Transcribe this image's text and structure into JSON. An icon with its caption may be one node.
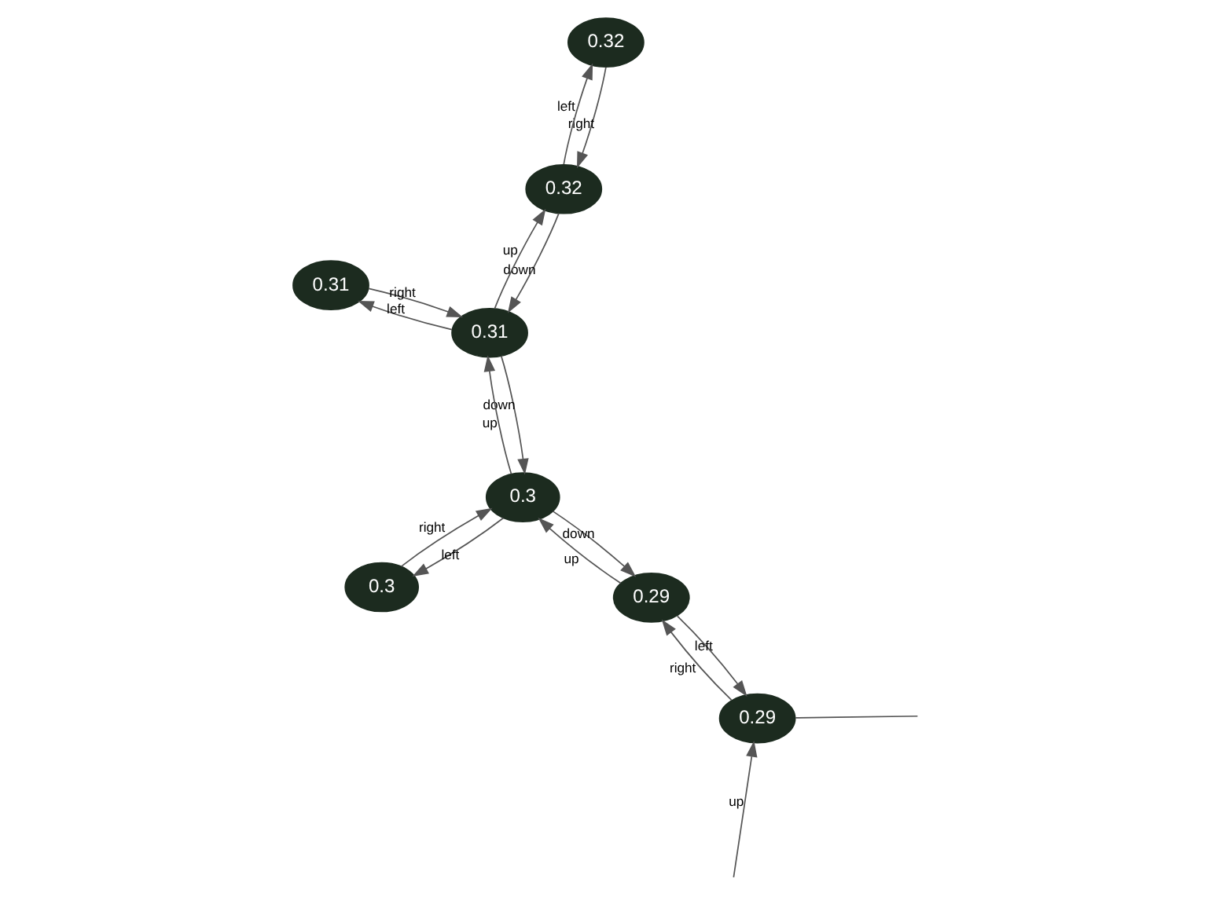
{
  "diagram": {
    "nodes": [
      {
        "text": [
          "0.31"
        ]
      },
      {
        "text": [
          "0.32"
        ]
      },
      {
        "text": [
          "0.32"
        ]
      },
      {
        "text": [
          "0.31"
        ]
      },
      {
        "text": [
          "0.3"
        ]
      },
      {
        "text": [
          "0.29"
        ]
      },
      {
        "text": [
          "0.3"
        ]
      },
      {
        "text": [
          "0.29"
        ]
      }
    ],
    "edges": [
      {
        "from": 0,
        "to": 3,
        "arrow": "to",
        "label": "right"
      },
      {
        "from": 3,
        "to": 0,
        "arrow": "to",
        "label": "left"
      },
      {
        "from": 3,
        "to": 2,
        "arrow": "to",
        "label": "up"
      },
      {
        "from": 2,
        "to": 3,
        "arrow": "to",
        "label": "down"
      },
      {
        "from": 2,
        "to": 1,
        "arrow": "to",
        "label": "left"
      },
      {
        "from": 1,
        "to": 2,
        "arrow": "to",
        "label": "right"
      },
      {
        "from": 4,
        "to": 3,
        "arrow": "to",
        "label": "up"
      },
      {
        "from": 3,
        "to": 4,
        "arrow": "to",
        "label": "down"
      },
      {
        "from": 5,
        "to": 4,
        "arrow": "to",
        "label": "up"
      },
      {
        "from": 4,
        "to": 5,
        "arrow": "to",
        "label": "down"
      },
      {
        "from": 4,
        "to": 6,
        "arrow": "to",
        "label": "left"
      },
      {
        "from": 6,
        "to": 4,
        "arrow": "to",
        "label": "right"
      },
      {
        "from": 7,
        "to": 5,
        "arrow": "to",
        "label": "right"
      },
      {
        "from": 5,
        "to": 7,
        "arrow": "to",
        "label": "left"
      },
      {
        "from": null,
        "to": 7,
        "arrow": "to",
        "label": "up"
      },
      {
        "from": 7,
        "to": null,
        "arrow": "none"
      }
    ]
  }
}
